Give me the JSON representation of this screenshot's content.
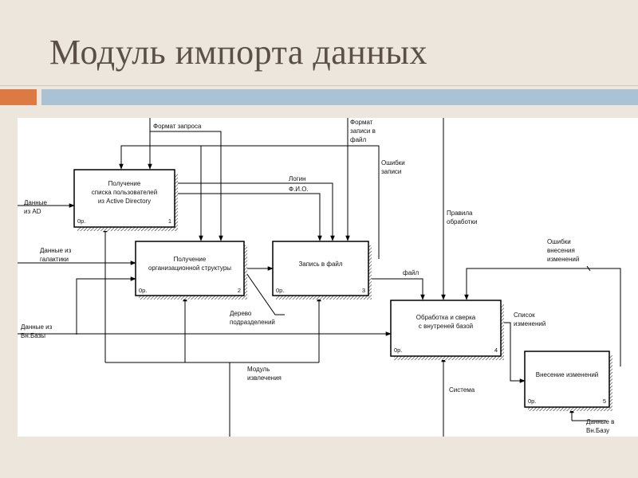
{
  "title": "Модуль импорта данных",
  "colors": {
    "accent_orange": "#dd7a43",
    "accent_blue": "#a9c2d6",
    "background": "#ece6dc"
  },
  "boxes": [
    {
      "name": "Получение списка пользователей из Active Directory",
      "lines": [
        "Получение",
        "списка пользователей",
        "из Active Directory"
      ],
      "cost": "0р.",
      "number": "1"
    },
    {
      "name": "Получение организационной структуры",
      "lines": [
        "Получение",
        "организационной структуры"
      ],
      "cost": "0р.",
      "number": "2"
    },
    {
      "name": "Запись в файл",
      "lines": [
        "Запись в файл"
      ],
      "cost": "0р.",
      "number": "3"
    },
    {
      "name": "Обработка и сверка с внутреней базой",
      "lines": [
        "Обработка и сверка",
        "с внутреней базой"
      ],
      "cost": "0р.",
      "number": "4"
    },
    {
      "name": "Внесение изменений",
      "lines": [
        "Внесение изменений"
      ],
      "cost": "0р.",
      "number": "5"
    }
  ],
  "arrow_labels": {
    "format_zaprosa": [
      "Формат запроса"
    ],
    "format_zapisi": [
      "Формат",
      "записи в",
      "файл"
    ],
    "oshibki_zapisi": [
      "Ошибки",
      "записи"
    ],
    "login": [
      "Логин"
    ],
    "fio": [
      "Ф.И.О."
    ],
    "dannye_ad": [
      "Данные",
      "из AD"
    ],
    "dannye_galaktiki": [
      "Данные из",
      "галактики"
    ],
    "dannye_vn_bazy": [
      "Данные из",
      "Вн.Базы"
    ],
    "pravila": [
      "Правила",
      "обработки"
    ],
    "oshibki_vneseniya": [
      "Ошибки",
      "внесения",
      "изменений"
    ],
    "fail": [
      "файл"
    ],
    "spisok": [
      "Список",
      "изменений"
    ],
    "derevo": [
      "Дерево",
      "подразделений"
    ],
    "modul": [
      "Модуль",
      "извлечения"
    ],
    "sistema": [
      "Система"
    ],
    "dannye_v_bazu": [
      "Данные в",
      "Вн.Базу"
    ]
  }
}
